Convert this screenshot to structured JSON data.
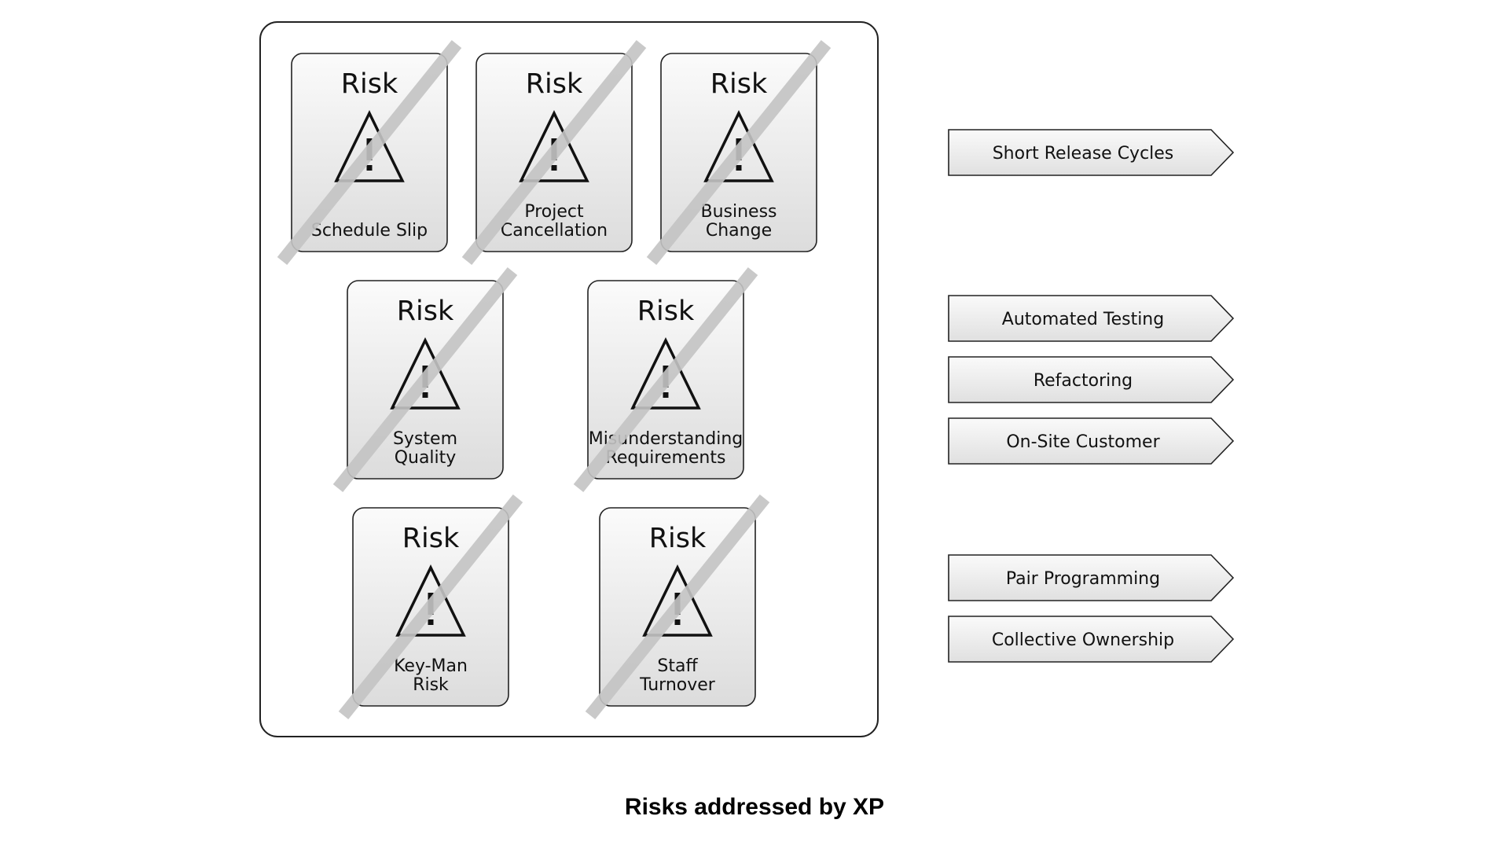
{
  "caption": "Risks addressed by XP",
  "risk_word": "Risk",
  "risks": [
    {
      "id": "schedule-slip",
      "lines": [
        "Schedule Slip"
      ]
    },
    {
      "id": "project-cancellation",
      "lines": [
        "Project",
        "Cancellation"
      ]
    },
    {
      "id": "business-change",
      "lines": [
        "Business",
        "Change"
      ]
    },
    {
      "id": "system-quality",
      "lines": [
        "System",
        "Quality"
      ]
    },
    {
      "id": "misunderstanding-requirements",
      "lines": [
        "Misunderstanding",
        "Requirements"
      ]
    },
    {
      "id": "key-man-risk",
      "lines": [
        "Key-Man",
        "Risk"
      ]
    },
    {
      "id": "staff-turnover",
      "lines": [
        "Staff",
        "Turnover"
      ]
    }
  ],
  "practices": [
    {
      "id": "short-release-cycles",
      "label": "Short Release Cycles"
    },
    {
      "id": "automated-testing",
      "label": "Automated Testing"
    },
    {
      "id": "refactoring",
      "label": "Refactoring"
    },
    {
      "id": "on-site-customer",
      "label": "On-Site Customer"
    },
    {
      "id": "pair-programming",
      "label": "Pair Programming"
    },
    {
      "id": "collective-ownership",
      "label": "Collective Ownership"
    }
  ],
  "colors": {
    "card_top": "#fbfbfb",
    "card_bottom": "#dcdcdc",
    "strike": "#c4c4c4",
    "outline": "#222222",
    "text": "#111111"
  },
  "icons": {
    "risk": "warning-triangle-icon"
  }
}
